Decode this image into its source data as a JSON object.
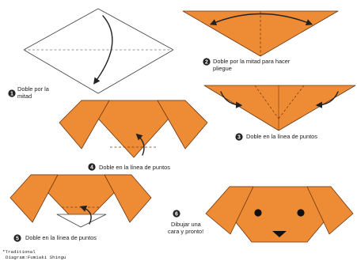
{
  "steps": [
    {
      "number": "1",
      "line1": "Doble por la",
      "line2": "mitad"
    },
    {
      "number": "2",
      "line1": "Doble por la mitad para hacer",
      "line2": "pliegue"
    },
    {
      "number": "3",
      "line1": "Doble en la línea de puntos"
    },
    {
      "number": "4",
      "line1": "Doble en la línea de puntos"
    },
    {
      "number": "5",
      "line1": "Doble en la línea de puntos"
    },
    {
      "number": "6",
      "line1": "Dibujar una",
      "line2": "cara y pronto!"
    }
  ],
  "credits": {
    "line1": "*Traditional",
    "line2": "Diagram:Fumiaki Shingu"
  },
  "colors": {
    "paper": "#ee8c36",
    "outline": "#6b3410",
    "ink": "#222222"
  }
}
